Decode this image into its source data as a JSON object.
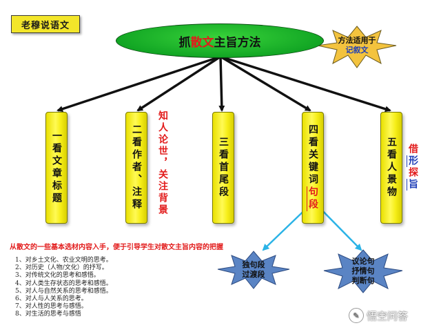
{
  "brand_label": "老穆说语文",
  "main_title": {
    "prefix": "抓",
    "highlight": "散文",
    "suffix": "主旨方法"
  },
  "scope_star": {
    "line1": "方法适用于",
    "line2": "记叙文"
  },
  "steps": [
    {
      "label": "一看文章标题"
    },
    {
      "label": "二看作者、注释"
    },
    {
      "label": "三看首尾段"
    },
    {
      "label_prefix": "四看关键词",
      "label_red": "句段"
    },
    {
      "label": "五看人景物"
    }
  ],
  "notes": {
    "step2_side": "知人论世，关注背景",
    "step5_side_1": "借",
    "step5_side_2": "形",
    "step5_side_3": "探",
    "step5_side_4": "旨"
  },
  "sub_types": {
    "left": {
      "line1": "独句段",
      "line2": "过渡段"
    },
    "right": {
      "line1": "议论句",
      "line2": "抒情句",
      "line3": "判断句"
    }
  },
  "description": {
    "title": "从散文的一些基本选材内容入手，便于引导学生对散文主旨内容的把握",
    "items": [
      "1、对乡土文化、农业文明的思考。",
      "2、对历史（人物/文化）的抒写。",
      "3、对传统文化的思考和感悟。",
      "4、对人类生存状态的思考和感悟。",
      "5、对人与自然关系的思考和感悟。",
      "6、对人与人关系的思考。",
      "7、对人性的思考与感悟。",
      "8、对生活的思考与感悟"
    ]
  },
  "watermark_text": "悟空问答",
  "colors": {
    "yellow": "#f3e62a",
    "green": "#12a624",
    "red": "#e21b1b",
    "blue": "#1f3fb8",
    "cyan_arrow": "#2bb3e6",
    "star_fill": "#f3c33e",
    "blue_star": "#5a84c4"
  }
}
